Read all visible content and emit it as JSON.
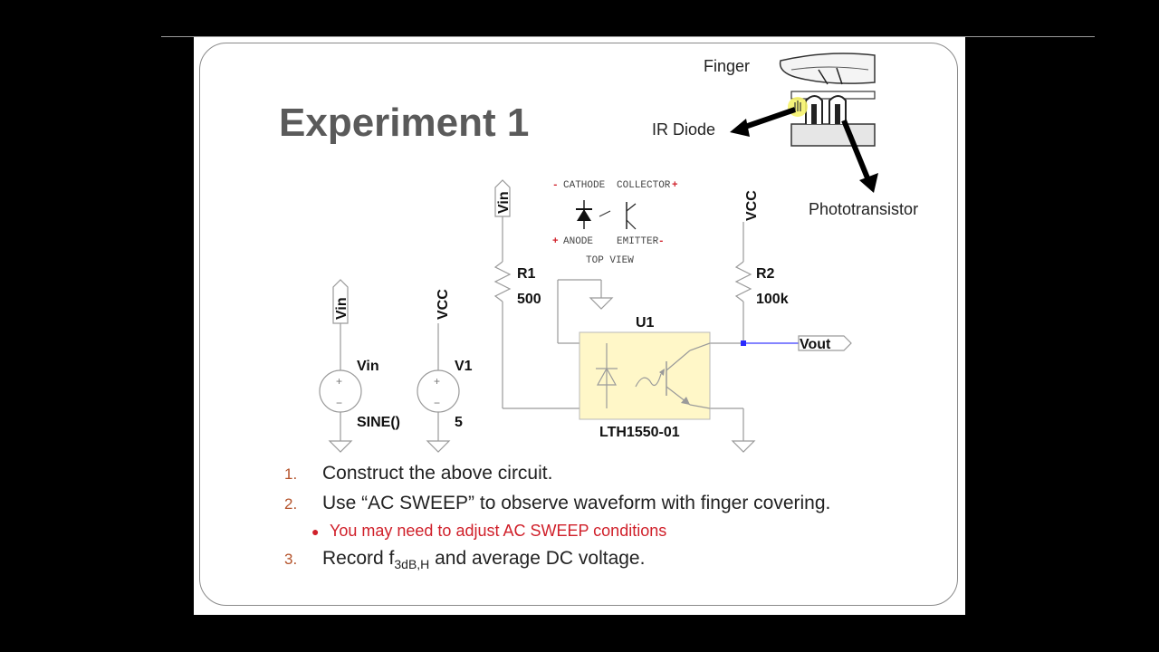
{
  "slide": {
    "title": "Experiment 1"
  },
  "figure": {
    "finger_label": "Finger",
    "ir_diode_label": "IR Diode",
    "phototransistor_label": "Phototransistor"
  },
  "pinout": {
    "cathode_sign": "-",
    "cathode": "CATHODE",
    "collector": "COLLECTOR",
    "collector_sign": "+",
    "anode_sign": "+",
    "anode": "ANODE",
    "emitter": "EMITTER",
    "emitter_sign": "-",
    "view": "TOP VIEW"
  },
  "schematic": {
    "vin_tag_left": "Vin",
    "vcc_tag_left": "VCC",
    "vin_source_name": "Vin",
    "vin_source_value": "SINE()",
    "v1_name": "V1",
    "v1_value": "5",
    "vin_tag_top": "Vin",
    "r1_name": "R1",
    "r1_value": "500",
    "u1_name": "U1",
    "u1_part": "LTH1550-01",
    "vcc_tag_top": "VCC",
    "r2_name": "R2",
    "r2_value": "100k",
    "vout_label": "Vout"
  },
  "steps": [
    {
      "num": "1.",
      "text": "Construct the above circuit."
    },
    {
      "num": "2.",
      "text": "Use “AC SWEEP” to observe waveform with finger covering."
    },
    {
      "bullet": "You may need to adjust AC SWEEP conditions"
    },
    {
      "num": "3.",
      "text_before": "Record f",
      "sub": "3dB,H",
      "text_after": " and average DC voltage."
    }
  ],
  "colors": {
    "title": "#5a5a5a",
    "step_number": "#b4532b",
    "bullet": "#d0202a",
    "optocoupler_fill": "#fff7c8",
    "wire": "#9a9a9a",
    "vout_wire": "#3a3aff"
  }
}
